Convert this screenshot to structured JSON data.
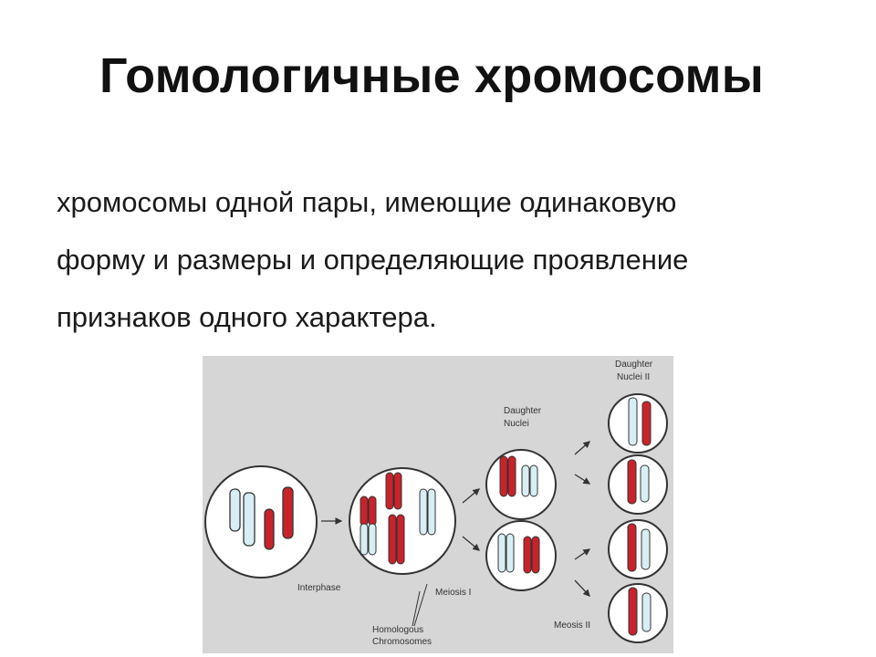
{
  "slide": {
    "title": "Гомологичные хромосомы",
    "description_lines": [
      "хромосомы одной пары, имеющие одинаковую",
      "форму и размеры и определяющие проявление",
      "признаков одного характера."
    ]
  },
  "diagram": {
    "labels": {
      "interphase": "Interphase",
      "meiosis_1": "Meiosis I",
      "meiosis_2": "Meosis II",
      "homologous_line1": "Homologous",
      "homologous_line2": "Chromosomes",
      "daughter_nuclei_line1": "Daughter",
      "daughter_nuclei_line2": "Nuclei",
      "daughter_nuclei_2_line1": "Daughter",
      "daughter_nuclei_2_line2": "Nuclei II"
    },
    "colors": {
      "background": "#d6d6d6",
      "paternal_chromosome": "#c8232a",
      "maternal_chromosome": "#d8eef5",
      "cell_fill": "#ffffff",
      "outline": "#333333"
    }
  }
}
